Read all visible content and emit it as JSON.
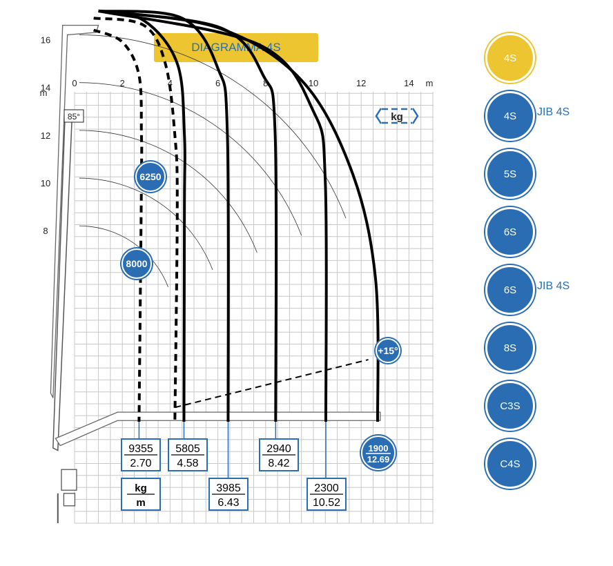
{
  "title": "DIAGRAMMA 4S",
  "unit_badge": "kg",
  "angle_box": "85°",
  "axis_unit": "m",
  "jib_angle_label": "+15°",
  "x_ticks": [
    "0",
    "2",
    "4",
    "6",
    "8",
    "10",
    "12",
    "14"
  ],
  "y_ticks": [
    "16",
    "14",
    "12",
    "10",
    "8"
  ],
  "capacity_circles": [
    {
      "value": "6250"
    },
    {
      "value": "8000"
    }
  ],
  "end_circle": {
    "kg": "1900",
    "m": "12.69"
  },
  "load_boxes": [
    {
      "kg": "9355",
      "m": "2.70"
    },
    {
      "kg": "5805",
      "m": "4.58"
    },
    {
      "kg": "3985",
      "m": "6.43"
    },
    {
      "kg": "2940",
      "m": "8.42"
    },
    {
      "kg": "2300",
      "m": "10.52"
    }
  ],
  "legend_box": {
    "top": "kg",
    "bottom": "m"
  },
  "models": [
    {
      "label": "4S",
      "active": true,
      "jib": ""
    },
    {
      "label": "4S",
      "active": false,
      "jib": "JIB 4S"
    },
    {
      "label": "5S",
      "active": false,
      "jib": ""
    },
    {
      "label": "6S",
      "active": false,
      "jib": ""
    },
    {
      "label": "6S",
      "active": false,
      "jib": "JIB 4S"
    },
    {
      "label": "8S",
      "active": false,
      "jib": ""
    },
    {
      "label": "C3S",
      "active": false,
      "jib": ""
    },
    {
      "label": "C4S",
      "active": false,
      "jib": ""
    }
  ],
  "colors": {
    "accent": "#2a6db2",
    "banner": "#ecc530",
    "grid": "#c8c8c8",
    "curve": "#000000"
  },
  "chart_data": {
    "type": "line",
    "xlabel": "m",
    "ylabel": "m",
    "xlim": [
      0,
      15
    ],
    "ylim": [
      0,
      17
    ],
    "grid": true,
    "series": [
      {
        "capacity_kg": 8000,
        "style": "dashed",
        "points": [
          [
            0.8,
            16.4
          ],
          [
            2.0,
            15.9
          ],
          [
            2.7,
            14.5
          ],
          [
            2.8,
            12.0
          ],
          [
            2.8,
            10.0
          ],
          [
            2.7,
            0
          ]
        ]
      },
      {
        "capacity_kg": 6250,
        "style": "dashed",
        "points": [
          [
            0.8,
            16.9
          ],
          [
            2.9,
            16.6
          ],
          [
            3.8,
            15.0
          ],
          [
            4.2,
            12.0
          ],
          [
            4.3,
            9.0
          ],
          [
            4.2,
            0
          ]
        ]
      },
      {
        "capacity_kg": 5805,
        "style": "solid",
        "points": [
          [
            1.0,
            17.2
          ],
          [
            2.9,
            16.8
          ],
          [
            4.3,
            15.0
          ],
          [
            4.6,
            12.0
          ],
          [
            4.6,
            9.0
          ],
          [
            4.58,
            0
          ]
        ]
      },
      {
        "capacity_kg": 3985,
        "style": "solid",
        "points": [
          [
            1.0,
            17.2
          ],
          [
            4.5,
            16.9
          ],
          [
            6.0,
            14.8
          ],
          [
            6.4,
            12.0
          ],
          [
            6.43,
            0
          ]
        ]
      },
      {
        "capacity_kg": 2940,
        "style": "solid",
        "points": [
          [
            1.0,
            17.2
          ],
          [
            6.1,
            16.5
          ],
          [
            7.9,
            14.5
          ],
          [
            8.4,
            12.0
          ],
          [
            8.42,
            0
          ]
        ]
      },
      {
        "capacity_kg": 2300,
        "style": "solid",
        "points": [
          [
            1.0,
            17.2
          ],
          [
            7.7,
            15.8
          ],
          [
            10.0,
            13.0
          ],
          [
            10.5,
            10.0
          ],
          [
            10.52,
            0
          ]
        ]
      },
      {
        "capacity_kg": 1900,
        "style": "solid",
        "points": [
          [
            1.0,
            17.2
          ],
          [
            6.0,
            16.5
          ],
          [
            9.5,
            14.3
          ],
          [
            11.6,
            10.5
          ],
          [
            12.6,
            6.0
          ],
          [
            12.69,
            0
          ]
        ]
      }
    ],
    "jib_line": {
      "style": "dashed",
      "points": [
        [
          4.2,
          0.6
        ],
        [
          12.3,
          2.6
        ]
      ]
    }
  }
}
